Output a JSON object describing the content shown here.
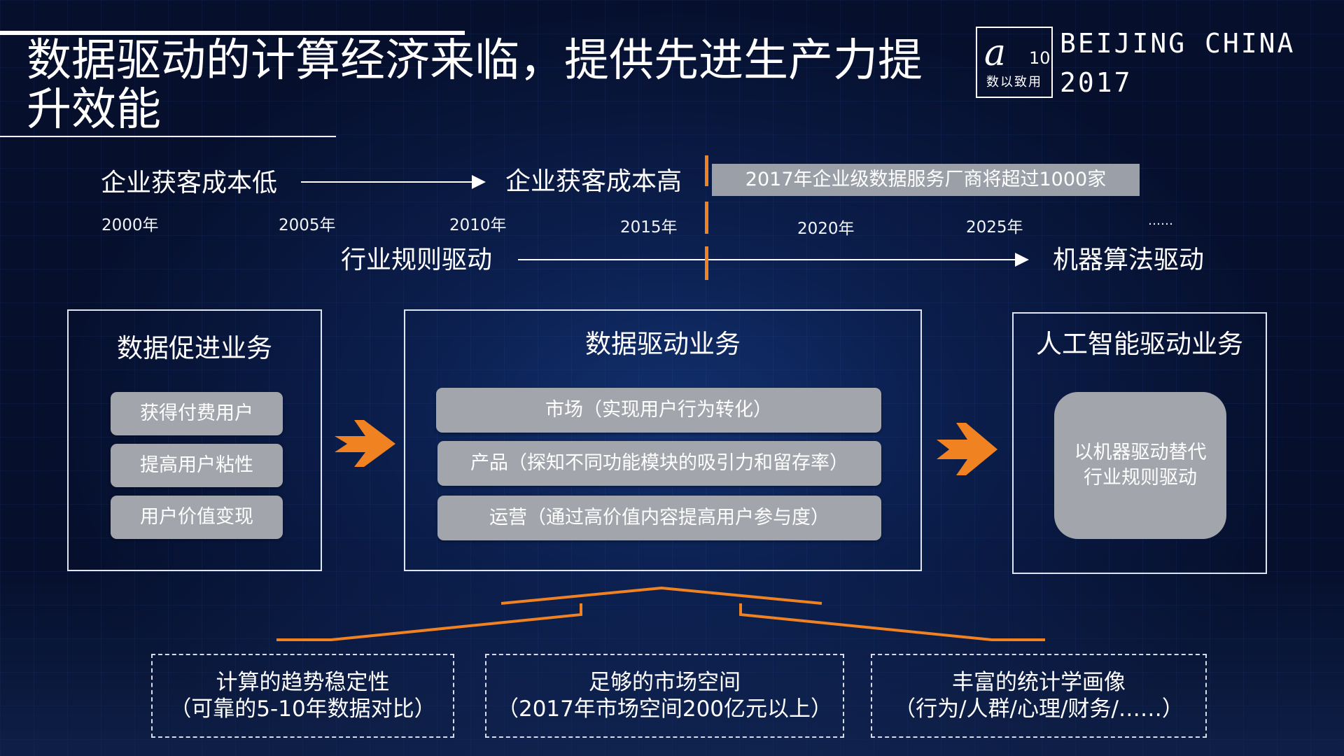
{
  "title": "数据驱动的计算经济来临，提供先进生产力提升效能",
  "logo": {
    "mark": "a",
    "mark_sup": "10",
    "tagline": "数以致用",
    "city": "BEIJING CHINA",
    "year": "2017"
  },
  "timeline": {
    "cost_low": "企业获客成本低",
    "cost_high": "企业获客成本高",
    "highlight": "2017年企业级数据服务厂商将超过1000家",
    "years": [
      "2000年",
      "2005年",
      "2010年",
      "2015年",
      "2020年",
      "2025年"
    ],
    "ellipsis": "……",
    "rule_driven": "行业规则驱动",
    "machine_driven": "机器算法驱动"
  },
  "panels": {
    "promote": {
      "title": "数据促进业务",
      "items": [
        "获得付费用户",
        "提高用户粘性",
        "用户价值变现"
      ]
    },
    "driven": {
      "title": "数据驱动业务",
      "items": [
        "市场（实现用户行为转化）",
        "产品（探知不同功能模块的吸引力和留存率）",
        "运营（通过高价值内容提高用户参与度）"
      ]
    },
    "ai": {
      "title": "人工智能驱动业务",
      "lines": [
        "以机器驱动替代",
        "行业规则驱动"
      ]
    }
  },
  "foundations": [
    {
      "line1": "计算的趋势稳定性",
      "line2": "（可靠的5-10年数据对比）"
    },
    {
      "line1": "足够的市场空间",
      "line2": "（2017年市场空间200亿元以上）"
    },
    {
      "line1": "丰富的统计学画像",
      "line2": "（行为/人群/心理/财务/……）"
    }
  ],
  "colors": {
    "accent": "#f08222",
    "pill": "#a2a5ab",
    "background": "#0b1e4c"
  }
}
